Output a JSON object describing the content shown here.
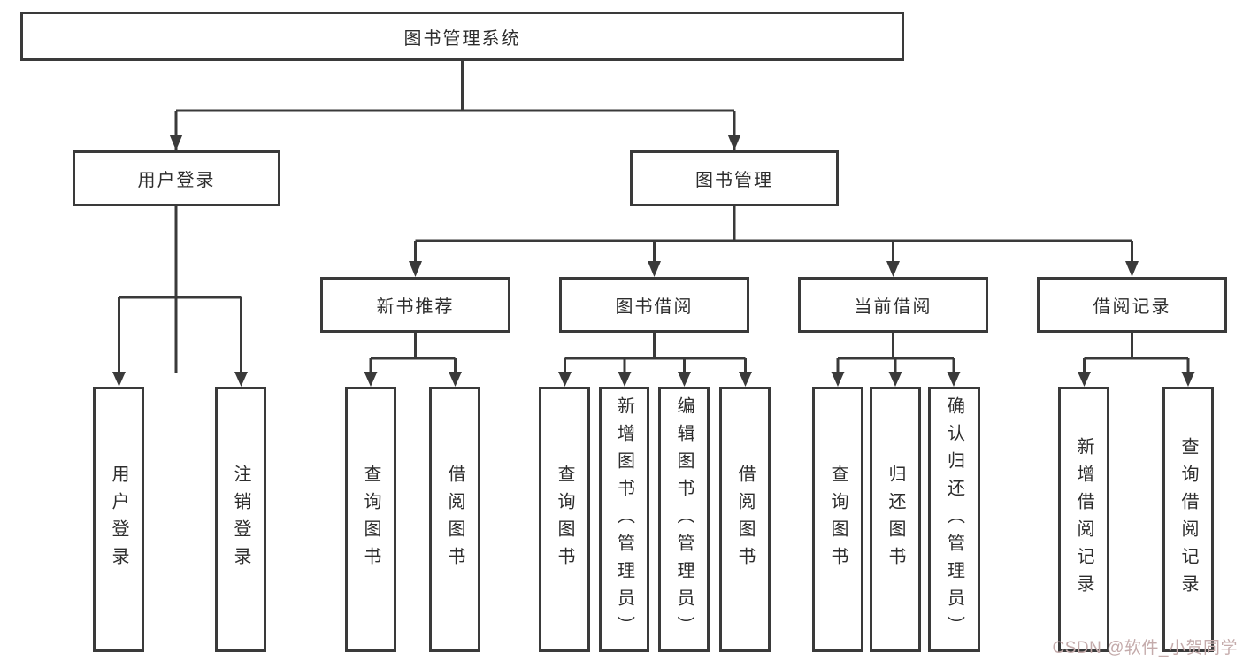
{
  "title": "图书管理系统",
  "tree": {
    "root": {
      "label": "图书管理系统"
    },
    "branches": [
      {
        "label": "用户登录",
        "children": [
          {
            "label": "用户登录"
          },
          {
            "label": "注销登录"
          }
        ]
      },
      {
        "label": "图书管理",
        "children": [
          {
            "label": "新书推荐",
            "children": [
              {
                "label": "查询图书"
              },
              {
                "label": "借阅图书"
              }
            ]
          },
          {
            "label": "图书借阅",
            "children": [
              {
                "label": "查询图书"
              },
              {
                "label": "新增图书（管理员）"
              },
              {
                "label": "编辑图书（管理员）"
              },
              {
                "label": "借阅图书"
              }
            ]
          },
          {
            "label": "当前借阅",
            "children": [
              {
                "label": "查询图书"
              },
              {
                "label": "归还图书"
              },
              {
                "label": "确认归还（管理员）"
              }
            ]
          },
          {
            "label": "借阅记录",
            "children": [
              {
                "label": "新增借阅记录"
              },
              {
                "label": "查询借阅记录"
              }
            ]
          }
        ]
      }
    ]
  },
  "watermark": {
    "text": "CSDN @软件_小贺同学"
  },
  "colors": {
    "line": "#3a3a3a",
    "text": "#2d2d2d",
    "background": "#ffffff",
    "watermark": "#c4abab"
  }
}
